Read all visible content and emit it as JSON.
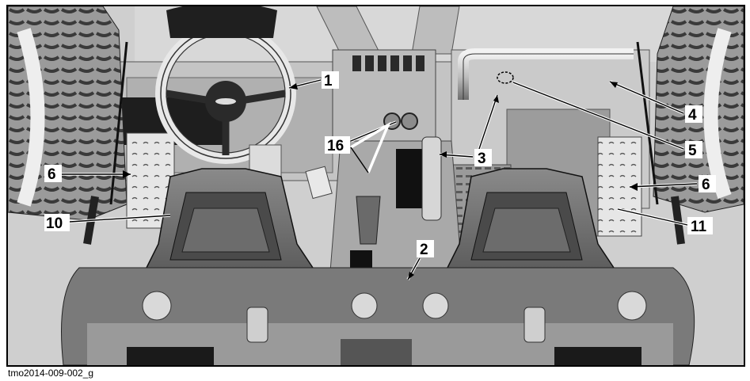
{
  "figure": {
    "caption_id": "tmo2014-009-002_g",
    "callouts": [
      {
        "id": "c1",
        "label": "1"
      },
      {
        "id": "c2",
        "label": "2"
      },
      {
        "id": "c3",
        "label": "3"
      },
      {
        "id": "c4",
        "label": "4"
      },
      {
        "id": "c5",
        "label": "5"
      },
      {
        "id": "c6a",
        "label": "6"
      },
      {
        "id": "c6b",
        "label": "6"
      },
      {
        "id": "c10",
        "label": "10"
      },
      {
        "id": "c11",
        "label": "11"
      },
      {
        "id": "c16",
        "label": "16"
      }
    ]
  }
}
